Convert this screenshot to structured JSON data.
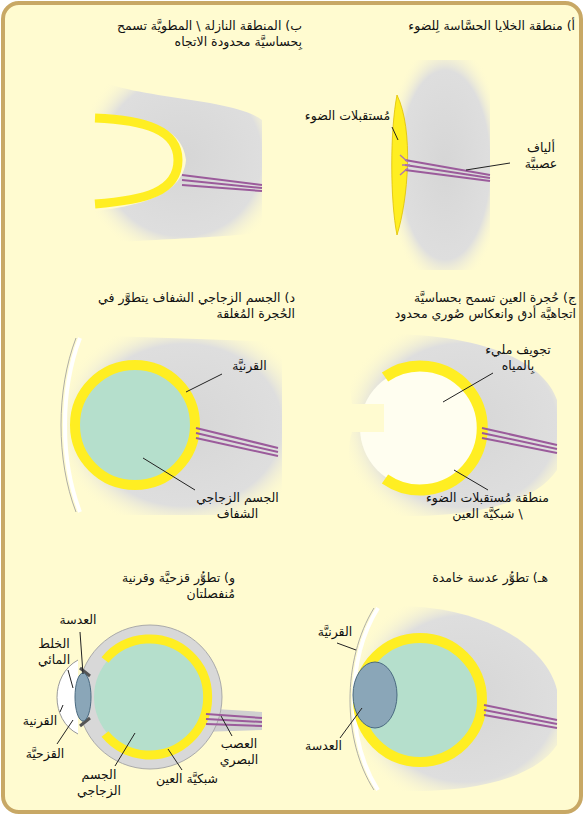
{
  "diagram": {
    "labels": [
      "أ) منطقة الخلايا الحسَّاسة لِلضوء",
      "مُستقبلات الضوء",
      "ألياف عصبيَّة",
      "ب) المنطقة النازلة \\ المطويَّة تسمح بِحساسيَّة محدودة الاتجاه",
      "ج) حُجرة العين تسمح بحساسيَّة اتجاهيَّة أدق وانعكاس صُوري محدود",
      "تجويف مليء بِالمياه",
      "منطقة مُستقبلات الضوء \\ شبكيَّة العين",
      "د) الجسم الزجاجي الشفاف يتطوَّر في الحُجرة المُغلقة",
      "القرنيَّة",
      "الجسم الزجاجي الشفاف",
      "هـ) تطوُّر عدسة خامدة",
      "القرنيَّة",
      "العدسة",
      "و) تطوُّر قزحيَّة وقرنية مُنفصلتان",
      "العدسة",
      "الخلط المائي",
      "القرنية",
      "القزحيَّة",
      "الجسم الزجاجي",
      "شبكيَّة العين",
      "العصب البصري"
    ]
  }
}
